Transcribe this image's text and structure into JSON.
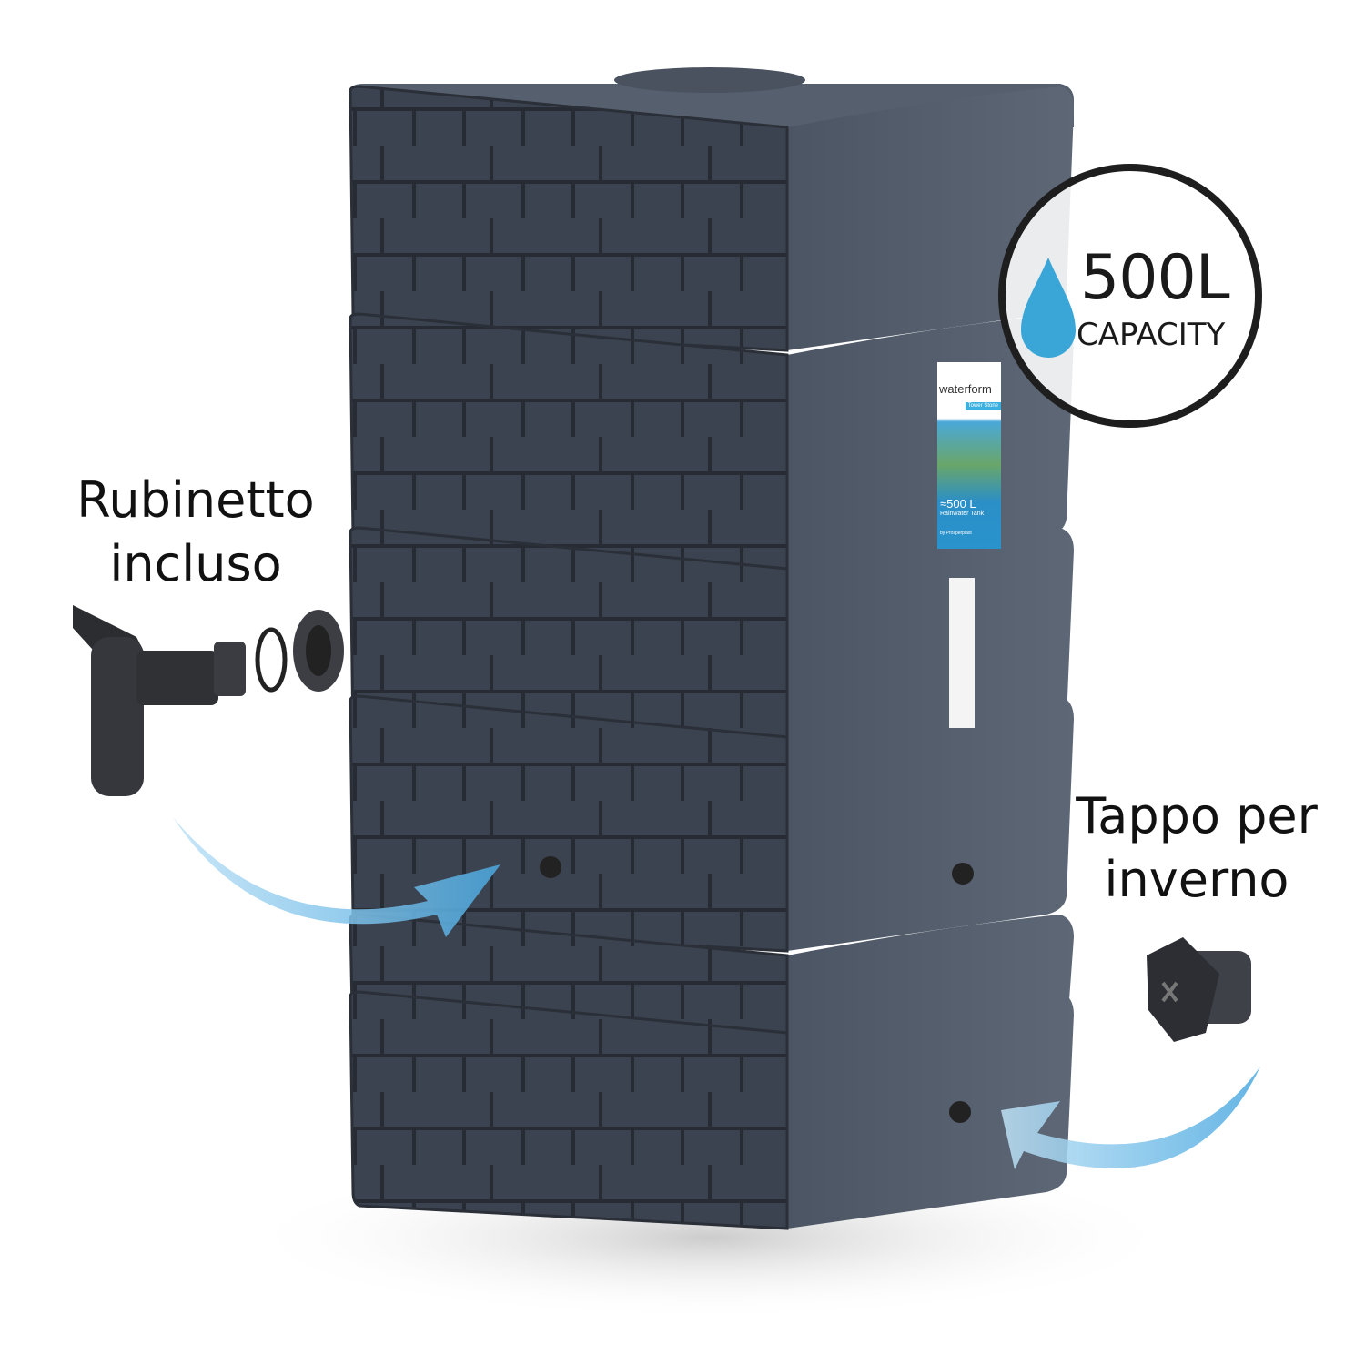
{
  "callouts": {
    "tap": [
      "Rubinetto",
      "incluso"
    ],
    "plug": [
      "Tappo per",
      "inverno"
    ]
  },
  "badge": {
    "capacity": "500L",
    "label": "CAPACITY",
    "icon": "water-drop-icon"
  },
  "product_label": {
    "brand": "waterform",
    "model": "Tower Stone",
    "volume": "≈500 L",
    "type": "Rainwater Tank",
    "maker": "by Prosperplast"
  },
  "colors": {
    "tank": "#4a5260",
    "accent": "#5ab4e6",
    "stone": "#3a404c"
  }
}
